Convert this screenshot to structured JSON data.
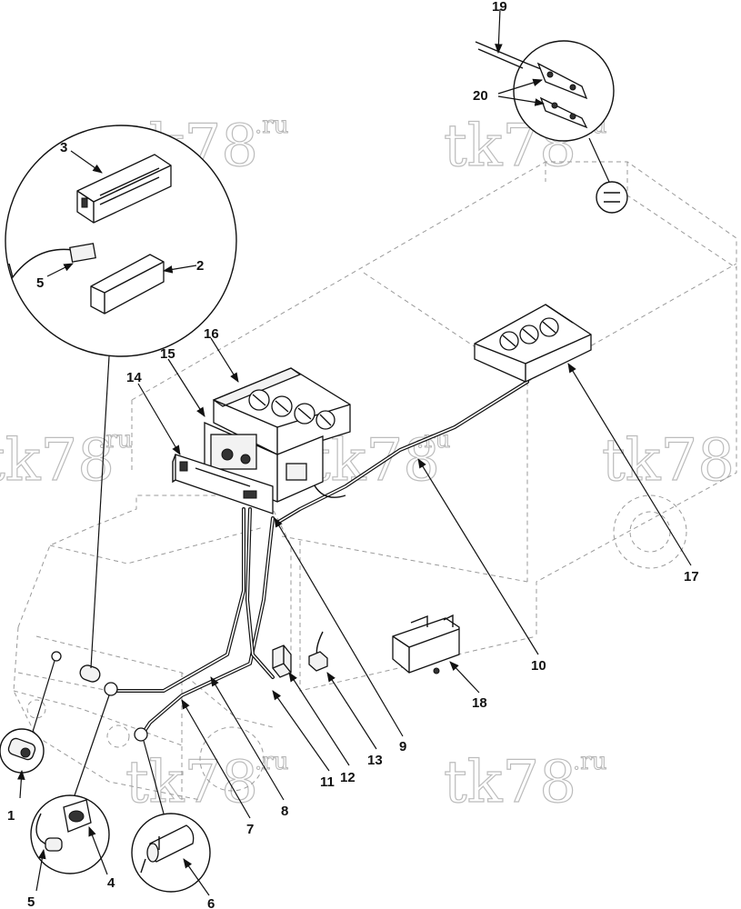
{
  "watermark": {
    "main": "tk78",
    "suffix": ".ru"
  },
  "callouts": [
    {
      "id": "c1",
      "label": "1"
    },
    {
      "id": "c2",
      "label": "2"
    },
    {
      "id": "c3",
      "label": "3"
    },
    {
      "id": "c4",
      "label": "4"
    },
    {
      "id": "c5a",
      "label": "5"
    },
    {
      "id": "c5b",
      "label": "5"
    },
    {
      "id": "c6",
      "label": "6"
    },
    {
      "id": "c7",
      "label": "7"
    },
    {
      "id": "c8",
      "label": "8"
    },
    {
      "id": "c9",
      "label": "9"
    },
    {
      "id": "c10",
      "label": "10"
    },
    {
      "id": "c11",
      "label": "11"
    },
    {
      "id": "c12",
      "label": "12"
    },
    {
      "id": "c13",
      "label": "13"
    },
    {
      "id": "c14",
      "label": "14"
    },
    {
      "id": "c15",
      "label": "15"
    },
    {
      "id": "c16",
      "label": "16"
    },
    {
      "id": "c17",
      "label": "17"
    },
    {
      "id": "c18",
      "label": "18"
    },
    {
      "id": "c19",
      "label": "19"
    },
    {
      "id": "c20",
      "label": "20"
    }
  ]
}
